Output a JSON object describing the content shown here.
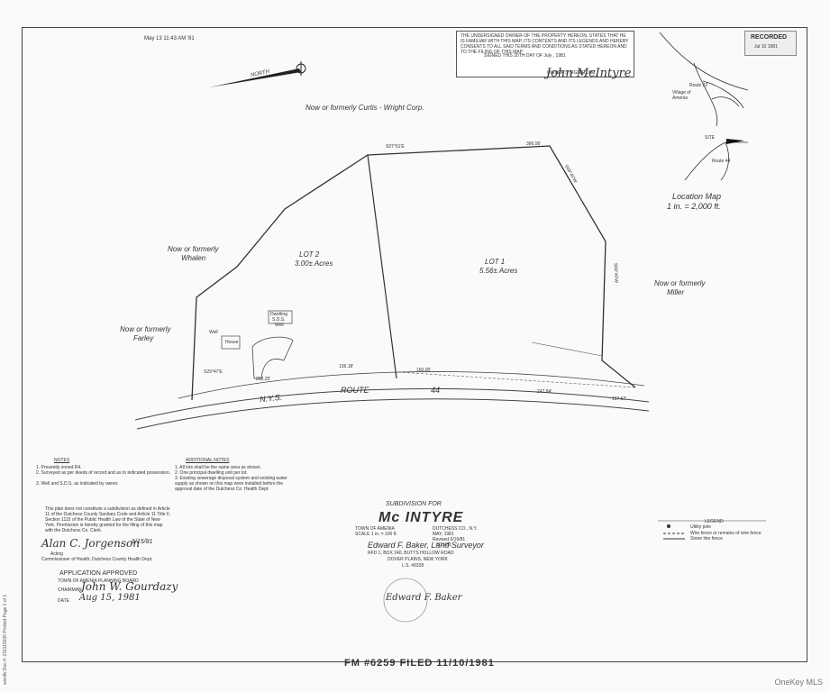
{
  "header": {
    "filing_stamp": "May 13 11:43 AM '81"
  },
  "owner_certificate": {
    "text": "THE UNDERSIGNED OWNER OF THE PROPERTY HEREON, STATES THAT HE IS FAMILIAR WITH THIS MAP, ITS CONTENTS AND ITS LEGENDS AND HEREBY CONSENTS TO ALL SAID TERMS AND CONDITIONS AS STATED HEREON AND TO THE FILING OF THIS MAP",
    "signed_line": "SIGNED THIS 20TH DAY OF July , 1981",
    "signature_caption": "OWNER'S SIGNATURE"
  },
  "recorded_stamp": {
    "title": "RECORDED",
    "line": "Jul 10 1981"
  },
  "north_label": "NORTH",
  "adjoiners": {
    "curtis": "Now or formerly Curtis - Wright Corp.",
    "whalen": [
      "Now or formerly",
      "Whalen"
    ],
    "farley": [
      "Now or formerly",
      "Farley"
    ],
    "miller": [
      "Now or formerly",
      "Miller"
    ]
  },
  "lots": {
    "lot2": {
      "name": "LOT 2",
      "area": "3.00± Acres"
    },
    "lot1": {
      "name": "LOT 1",
      "area": "5.56± Acres"
    }
  },
  "road": {
    "n": "N.Y.S.",
    "route": "ROUTE",
    "number": "44"
  },
  "location_map": {
    "title": "Location Map",
    "scale": "1 in. = 2,000 ft.",
    "labels": {
      "route22": "Route 22",
      "village": "Village of Amenia",
      "site": "SITE",
      "route44": "Route 44"
    }
  },
  "notes": {
    "heading": "NOTES",
    "items": [
      "1.  Presently zoned R4.",
      "2.  Surveyed as per deeds of record and as to indicated possession.",
      "3.  Well and S.D.S. as indicated by owner."
    ]
  },
  "additional_notes": {
    "heading": "ADDITIONAL NOTES",
    "items": [
      "1.  All lots shall be the same area as shown.",
      "2.  One principal dwelling unit per lot.",
      "3.  Existing sewerage disposal system and existing water supply as shown on this map were installed before the approval date of the Dutchess Co. Health Dept."
    ]
  },
  "approval_text": "This plan does not constitute a subdivision as defined in Article 11 of the Dutchess County Sanitary Code and Article 11 Title II, Section 1115 of the Public Health Law of the State of New York. Permission is hereby granted for the filing of this map with the Dutchess Co. Clerk.",
  "commissioner": {
    "date": "6/15/81",
    "acting": "Acting",
    "caption": "Commissioner of Health, Dutchess County Health Dept."
  },
  "planning_board": {
    "approved": "APPLICATION APPROVED",
    "board": "TOWN OF AMENIA PLANNING BOARD",
    "chairman_label": "CHAIRMAN",
    "date_label": "DATE",
    "date": "Aug 15, 1981"
  },
  "title_block": {
    "subtitle": "SUBDIVISION FOR",
    "name": "Mc INTYRE",
    "town": "TOWN OF AMENIA",
    "county": "DUTCHESS CO., N.Y.",
    "scale": "SCALE 1 in. = 100 ft.",
    "date": "MAY, 1981",
    "revised": "Revised 6/19/81",
    "revised2": "6/15/81",
    "surveyor": "Edward F. Baker, Land Surveyor",
    "address1": "RFD 1, BOX 240, BUTTS HOLLOW ROAD",
    "address2": "DOVER PLAINS, NEW YORK",
    "license": "L.S. 49328"
  },
  "legend": {
    "heading": "LEGEND",
    "items": [
      "Utility pole",
      "Wire fence or remains of wire fence",
      "Stone line fence"
    ]
  },
  "structures": {
    "dwelling": [
      "Dwelling",
      "S.D.S.",
      "Well"
    ],
    "house": "House",
    "well": "Well"
  },
  "bearings": {
    "top1": "S07°51'E",
    "top_dist": "366.56'",
    "right1": "S08°45'W",
    "right2": "S08°40'W",
    "left_mid": "S29°47'E",
    "road_lot2": "136.18'",
    "road_lot1": "160.00'",
    "road_right": "247.84'",
    "road_right2": "167.67'",
    "road_left": "203.25'"
  },
  "footer": {
    "filed": "FM #6259   FILED 11/10/1981",
    "side": "wordlv Doc #: 231115036 Printed Page 1 of 1",
    "watermark": "OneKey MLS"
  }
}
